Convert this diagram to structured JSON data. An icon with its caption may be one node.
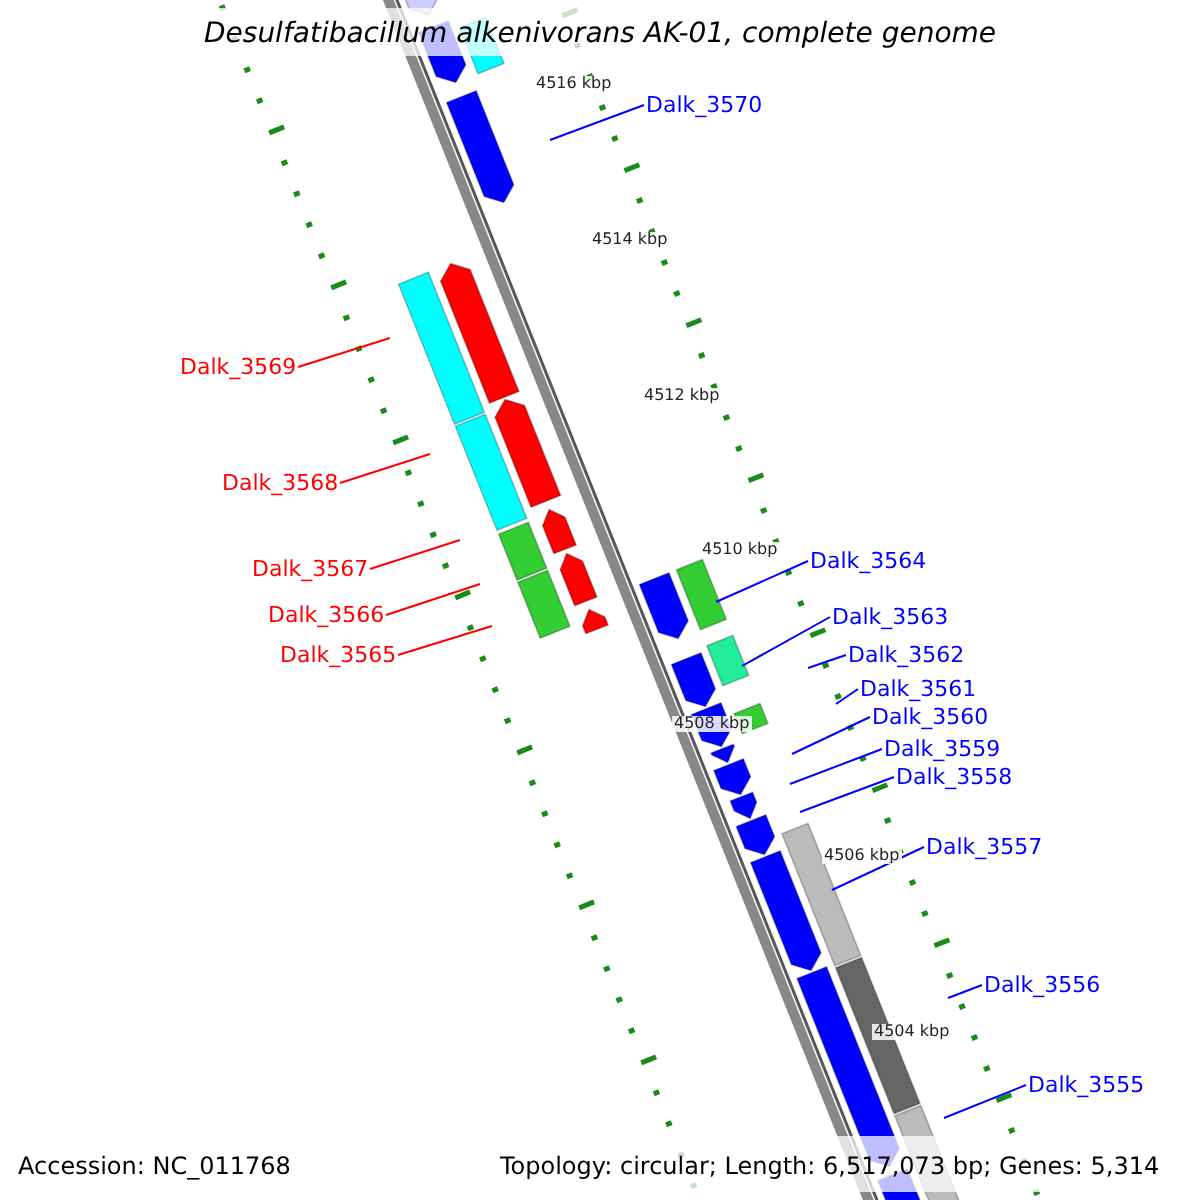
{
  "diagram": {
    "title": "Desulfatibacillum alkenivorans AK-01, complete genome",
    "nodes": [
      {
        "text": [
          "Dalk_3570"
        ]
      },
      {
        "text": [
          "Dalk_3569"
        ]
      },
      {
        "text": [
          "Dalk_3568"
        ]
      },
      {
        "text": [
          "Dalk_3567"
        ]
      },
      {
        "text": [
          "Dalk_3566"
        ]
      },
      {
        "text": [
          "Dalk_3565"
        ]
      },
      {
        "text": [
          "Dalk_3564"
        ]
      },
      {
        "text": [
          "Dalk_3563"
        ]
      },
      {
        "text": [
          "Dalk_3562"
        ]
      },
      {
        "text": [
          "Dalk_3561"
        ]
      },
      {
        "text": [
          "Dalk_3560"
        ]
      },
      {
        "text": [
          "Dalk_3559"
        ]
      },
      {
        "text": [
          "Dalk_3558"
        ]
      },
      {
        "text": [
          "Dalk_3557"
        ]
      },
      {
        "text": [
          "Dalk_3556"
        ]
      },
      {
        "text": [
          "Dalk_3555"
        ]
      }
    ],
    "edges": [
      {
        "from": 0,
        "to": null,
        "arrow": "none"
      },
      {
        "from": 1,
        "to": null,
        "arrow": "none",
        "color": "#ff0000"
      },
      {
        "from": 2,
        "to": null,
        "arrow": "none",
        "color": "#ff0000"
      },
      {
        "from": 3,
        "to": null,
        "arrow": "none",
        "color": "#ff0000"
      },
      {
        "from": 4,
        "to": null,
        "arrow": "none",
        "color": "#ff0000"
      },
      {
        "from": 5,
        "to": null,
        "arrow": "none",
        "color": "#ff0000"
      },
      {
        "from": 6,
        "to": null,
        "arrow": "none"
      },
      {
        "from": 7,
        "to": null,
        "arrow": "none"
      },
      {
        "from": 8,
        "to": null,
        "arrow": "none"
      },
      {
        "from": 9,
        "to": null,
        "arrow": "none"
      },
      {
        "from": 10,
        "to": null,
        "arrow": "none"
      },
      {
        "from": 11,
        "to": null,
        "arrow": "none"
      },
      {
        "from": 12,
        "to": null,
        "arrow": "none"
      },
      {
        "from": 13,
        "to": null,
        "arrow": "none"
      },
      {
        "from": 14,
        "to": null,
        "arrow": "none"
      },
      {
        "from": 15,
        "to": null,
        "arrow": "none"
      }
    ],
    "labels": [
      "4516 kbp",
      "4514 kbp",
      "4512 kbp",
      "4510 kbp",
      "4508 kbp",
      "4506 kbp",
      "4504 kbp",
      "Accession: NC_011768",
      "Topology: circular; Length: 6,517,073 bp; Genes: 5,314"
    ]
  }
}
